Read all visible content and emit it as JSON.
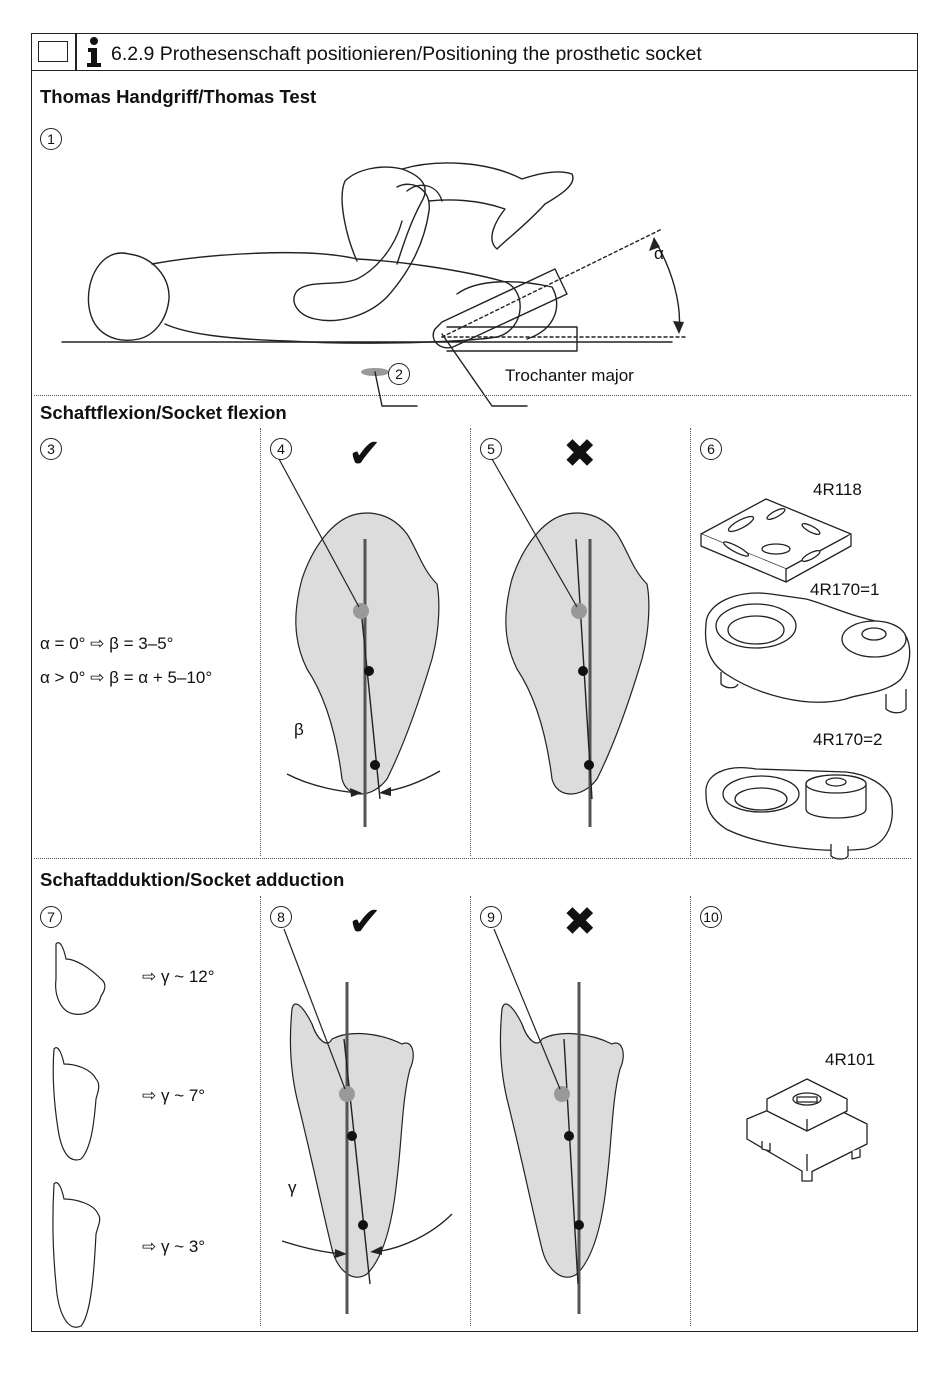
{
  "header": {
    "title": "6.2.9 Prothesenschaft positionieren/Positioning the prosthetic socket",
    "info_icon": "info-icon"
  },
  "sections": {
    "thomas": {
      "title": "Thomas Handgriff/Thomas Test",
      "step1": "1",
      "step2": "2",
      "alpha": "α",
      "trochanter": "Trochanter major"
    },
    "flexion": {
      "title": "Schaftflexion/Socket flexion",
      "step3": "3",
      "step4": "4",
      "step5": "5",
      "step6": "6",
      "formula1": "α = 0° ⇨ β = 3–5°",
      "formula2": "α > 0° ⇨ β = α + 5–10°",
      "beta": "β",
      "correct_mark": "✔",
      "wrong_mark": "✖",
      "adapter1": "4R118",
      "adapter2": "4R170=1",
      "adapter3": "4R170=2"
    },
    "adduction": {
      "title": "Schaftadduktion/Socket adduction",
      "step7": "7",
      "step8": "8",
      "step9": "9",
      "step10": "10",
      "gamma1": "⇨ γ ~ 12°",
      "gamma2": "⇨ γ ~ 7°",
      "gamma3": "⇨ γ ~ 3°",
      "gamma": "γ",
      "correct_mark": "✔",
      "wrong_mark": "✖",
      "adapter": "4R101"
    }
  },
  "colors": {
    "line": "#222222",
    "socket_fill": "#dcdcdc",
    "marker_gray": "#999999"
  }
}
